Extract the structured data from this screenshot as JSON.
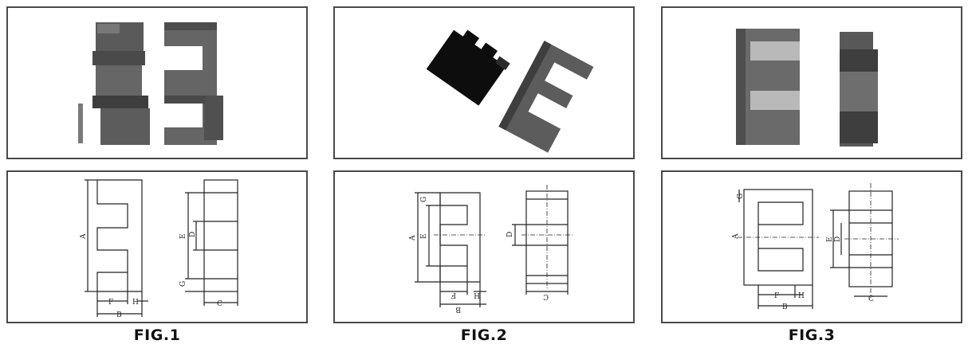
{
  "figures": [
    {
      "caption": "FIG.1",
      "dims": {
        "A": "A",
        "B": "B",
        "C": "C",
        "D": "D",
        "E": "E",
        "F": "F",
        "G": "G",
        "H": "H"
      }
    },
    {
      "caption": "FIG.2",
      "dims": {
        "A": "A",
        "B": "B",
        "C": "C",
        "D": "D",
        "E": "E",
        "F": "F",
        "G": "G",
        "H": "H"
      }
    },
    {
      "caption": "FIG.3",
      "dims": {
        "A": "A",
        "B": "B",
        "C": "C",
        "D": "D",
        "E": "E",
        "F": "F",
        "G": "G",
        "H": "H"
      }
    }
  ],
  "colors": {
    "ferrite": "#5f5f5f",
    "ferrite_dark": "#3c3c3c",
    "ferrite_black": "#0d0d0d",
    "line": "#222222"
  }
}
